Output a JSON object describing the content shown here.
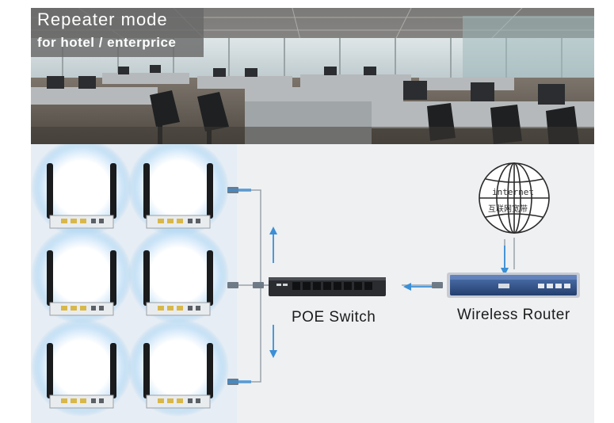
{
  "banner": {
    "title": "Repeater mode",
    "subtitle": "for hotel / enterprice"
  },
  "diagram": {
    "switch_label": "POE Switch",
    "router_label": "Wireless Router",
    "globe_text_line1": "internet",
    "globe_text_line2": "互联网宽带",
    "access_point_count": 6
  },
  "colors": {
    "banner_bg": "#696969",
    "diagram_bg": "#eef0f2",
    "ap_glow": "#8fc8f0",
    "arrow": "#3b8fd6",
    "switch_body": "#2a2c30",
    "router_body": "#3a5d99",
    "router_bezel": "#c8ccd2"
  }
}
